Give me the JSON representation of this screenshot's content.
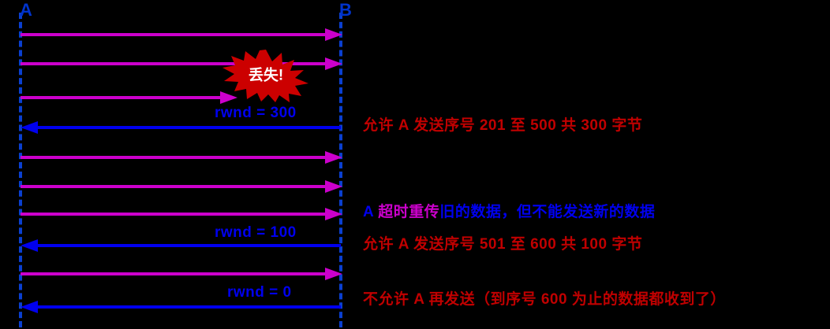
{
  "diagram": {
    "title_endpoints": {
      "left": "A",
      "right": "B"
    },
    "colors": {
      "background": "#000000",
      "timeline": "#0A3FD0",
      "data_arrow": "#CC00CC",
      "ack_arrow": "#0000EE",
      "annotation_red": "#C00000",
      "annotation_blue": "#0000EE",
      "burst_fill": "#CC0000",
      "burst_text": "#FFFFFF"
    },
    "burst": {
      "label": "丢失!"
    },
    "window_labels": [
      {
        "text": "rwnd = 300"
      },
      {
        "text": "rwnd = 100"
      },
      {
        "text": "rwnd = 0"
      }
    ],
    "arrows": [
      {
        "direction": "right",
        "kind": "data",
        "lost": false
      },
      {
        "direction": "right",
        "kind": "data",
        "lost": false
      },
      {
        "direction": "right",
        "kind": "data",
        "lost": true
      },
      {
        "direction": "left",
        "kind": "ack",
        "lost": false
      },
      {
        "direction": "right",
        "kind": "data",
        "lost": false
      },
      {
        "direction": "right",
        "kind": "data",
        "lost": false
      },
      {
        "direction": "right",
        "kind": "data",
        "lost": false
      },
      {
        "direction": "left",
        "kind": "ack",
        "lost": false
      },
      {
        "direction": "right",
        "kind": "data",
        "lost": false
      },
      {
        "direction": "left",
        "kind": "ack",
        "lost": false
      }
    ],
    "notes": [
      {
        "text": "允许 A 发送序号 201 至 500  共 300 字节"
      },
      {
        "prefix": "A ",
        "highlight": "超时重传",
        "suffix": "旧的数据，但不能发送新的数据"
      },
      {
        "text": "允许 A 发送序号 501 至 600 共 100 字节"
      },
      {
        "text": "不允许 A 再发送（到序号 600 为止的数据都收到了）"
      }
    ]
  }
}
